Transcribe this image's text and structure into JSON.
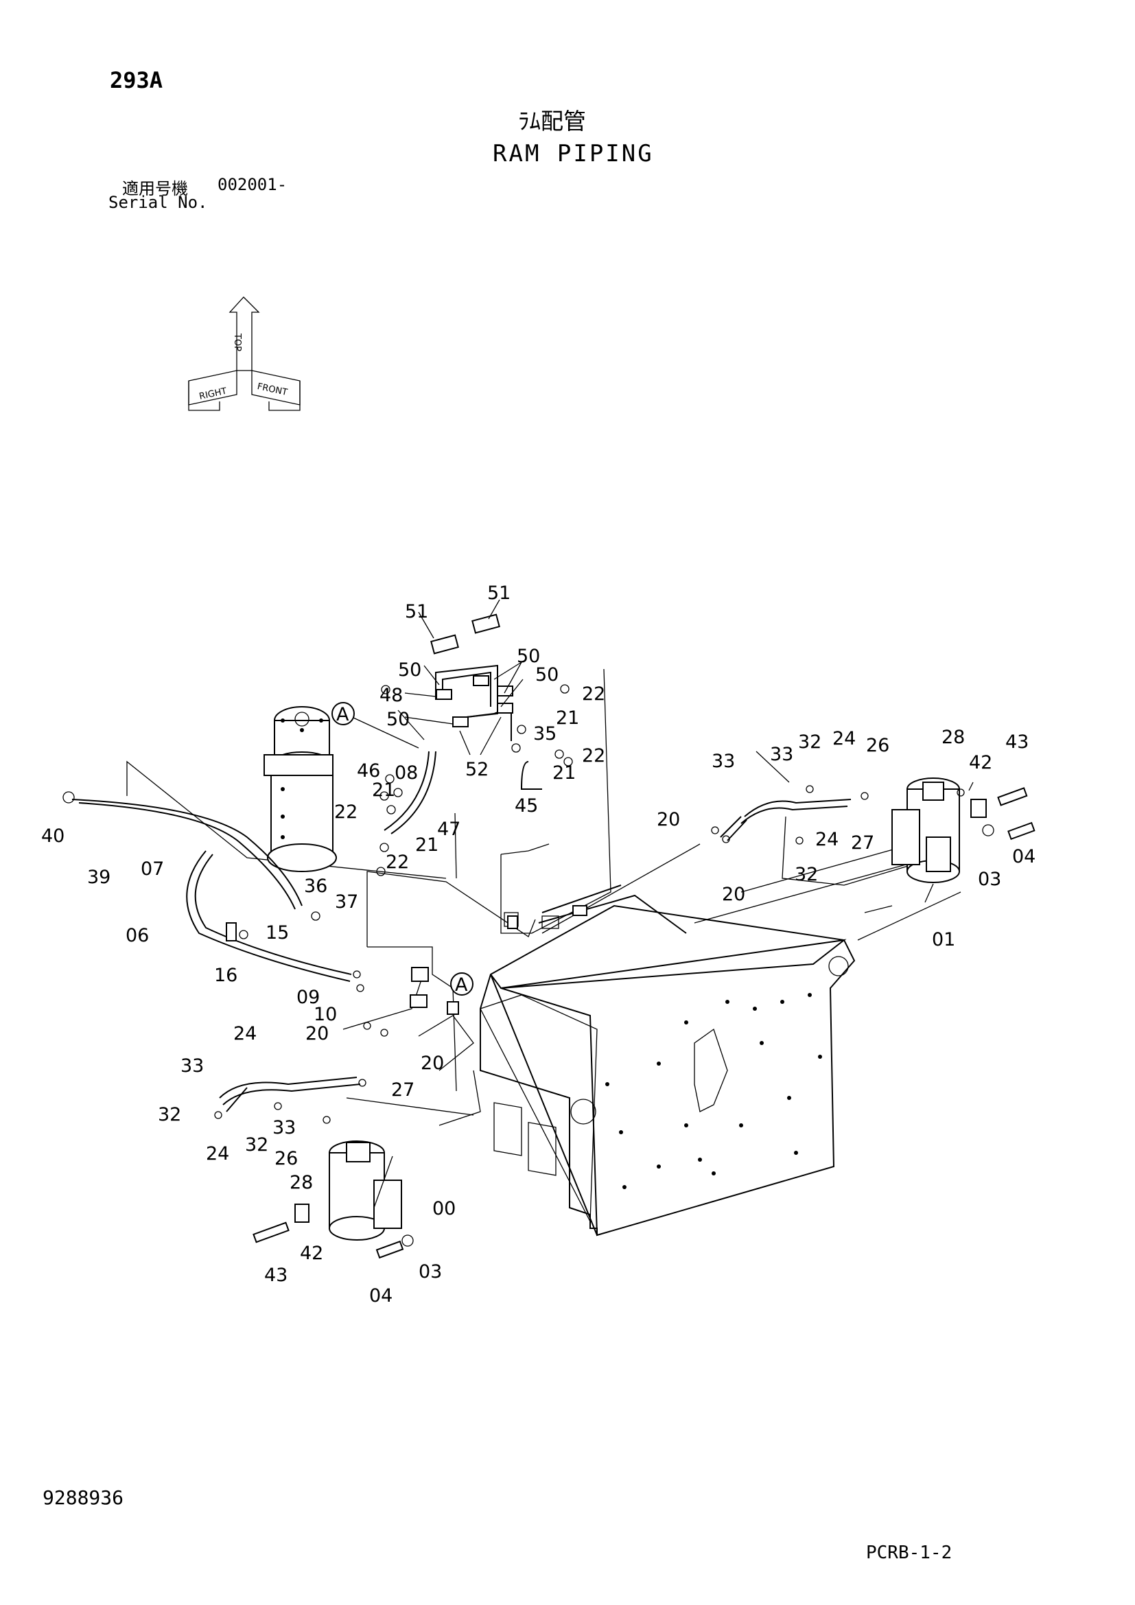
{
  "header": {
    "doc_code": "293A",
    "title_jp": "ﾗﾑ配管",
    "title_en": "RAM PIPING",
    "serial_label_jp": "適用号機",
    "serial_value": "002001-",
    "serial_label_en": "Serial No."
  },
  "orientation": {
    "top": "TOP",
    "front": "FRONT",
    "right": "RIGHT"
  },
  "callouts": [
    "01",
    "00",
    "03",
    "04",
    "06",
    "07",
    "08",
    "09",
    "10",
    "15",
    "16",
    "20",
    "21",
    "22",
    "24",
    "26",
    "27",
    "28",
    "32",
    "33",
    "35",
    "36",
    "37",
    "39",
    "40",
    "42",
    "43",
    "45",
    "46",
    "47",
    "48",
    "50",
    "51",
    "52"
  ],
  "view_markers": [
    "A"
  ],
  "footer": {
    "drawing_no": "9288936",
    "page_code": "PCRB-1-2"
  }
}
